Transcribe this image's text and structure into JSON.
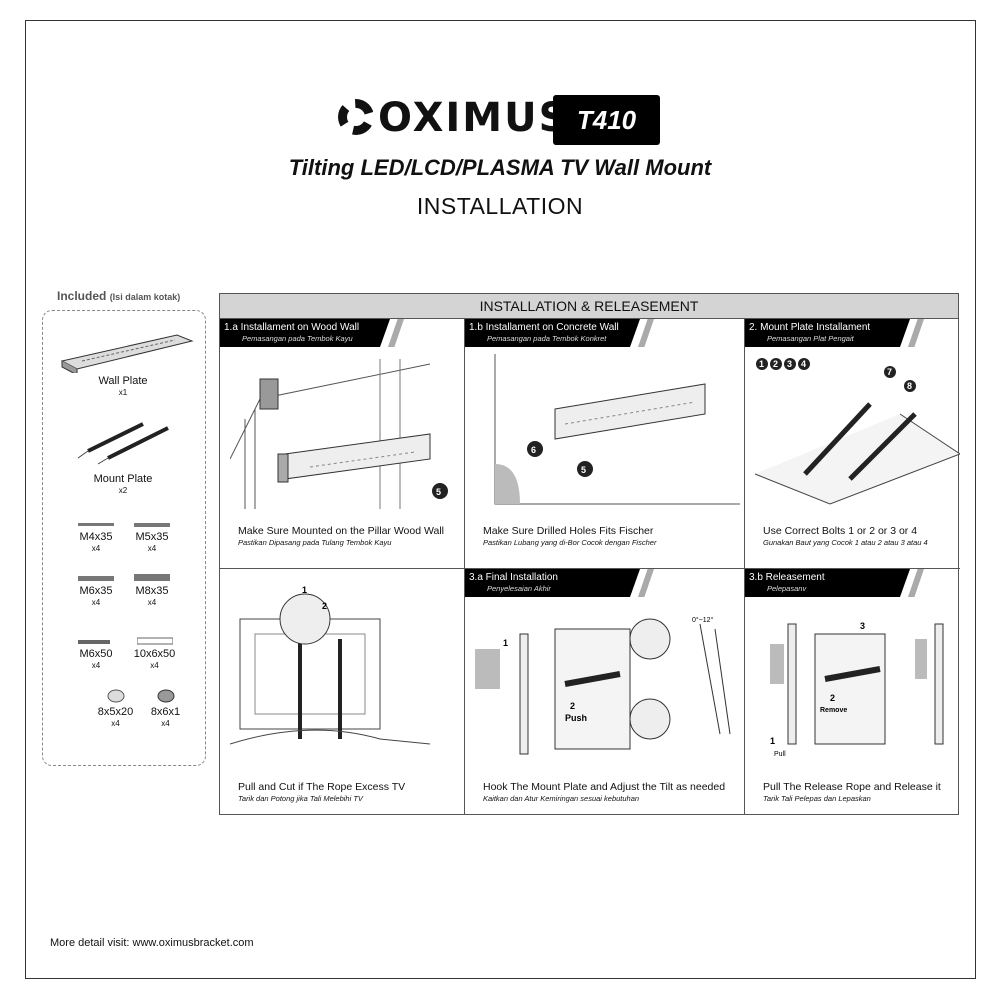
{
  "header": {
    "brand": "OXIMUS",
    "model": "T410",
    "subtitle": "Tilting LED/LCD/PLASMA TV Wall Mount",
    "title": "INSTALLATION"
  },
  "included": {
    "title": "Included",
    "title_note": "(Isi dalam kotak)",
    "parts": [
      {
        "name": "Wall Plate",
        "qty": "x1"
      },
      {
        "name": "Mount Plate",
        "qty": "x2"
      },
      {
        "name": "M4x35",
        "qty": "x4"
      },
      {
        "name": "M5x35",
        "qty": "x4"
      },
      {
        "name": "M6x35",
        "qty": "x4"
      },
      {
        "name": "M8x35",
        "qty": "x4"
      },
      {
        "name": "M6x50",
        "qty": "x4"
      },
      {
        "name": "10x6x50",
        "qty": "x4"
      },
      {
        "name": "8x5x20",
        "qty": "x4"
      },
      {
        "name": "8x6x1",
        "qty": "x4"
      }
    ]
  },
  "section_title": "INSTALLATION & RELEASEMENT",
  "panels": [
    {
      "title": "1.a  Installament on Wood Wall",
      "subtitle": "Pemasangan pada Tembok Kayu",
      "caption": "Make Sure Mounted on the Pillar Wood Wall",
      "caption_sub": "Pastikan Dipasang pada Tulang Tembok Kayu",
      "labels": [
        "5"
      ]
    },
    {
      "title": "1.b  Installament on Concrete Wall",
      "subtitle": "Pemasangan pada Tembok Konkret",
      "caption": "Make Sure Drilled Holes Fits Fischer",
      "caption_sub": "Pastikan Lubang yang di-Bor Cocok dengan Fischer",
      "labels": [
        "6",
        "5"
      ]
    },
    {
      "title": "2.  Mount Plate Installament",
      "subtitle": "Pemasangan Plat Pengait",
      "caption": "Use Correct Bolts 1 or 2 or 3 or 4",
      "caption_sub": "Gunakan Baut yang Cocok 1 atau 2 atau 3 atau 4",
      "labels": [
        "1",
        "2",
        "3",
        "4",
        "7",
        "8"
      ]
    },
    {
      "title": "",
      "subtitle": "",
      "caption": "Pull and Cut if The Rope Excess TV",
      "caption_sub": "Tarik dan Potong jika Tali Melebihi TV",
      "labels": [
        "1",
        "2"
      ]
    },
    {
      "title": "3.a  Final Installation",
      "subtitle": "Penyelesaian Akhir",
      "caption": "Hook The Mount Plate and Adjust the Tilt as needed",
      "caption_sub": "Kaitkan dan Atur Kemiringan sesuai kebutuhan",
      "labels": [
        "1",
        "2",
        "Push",
        "0°~12°"
      ]
    },
    {
      "title": "3.b  Releasement",
      "subtitle": "Pelepasanv",
      "caption": "Pull The Release Rope and Release it",
      "caption_sub": "Tarik Tali Pelepas dan Lepaskan",
      "labels": [
        "1",
        "Pull",
        "2",
        "Remove",
        "3"
      ]
    }
  ],
  "footer": "More detail visit: www.oximusbracket.com"
}
